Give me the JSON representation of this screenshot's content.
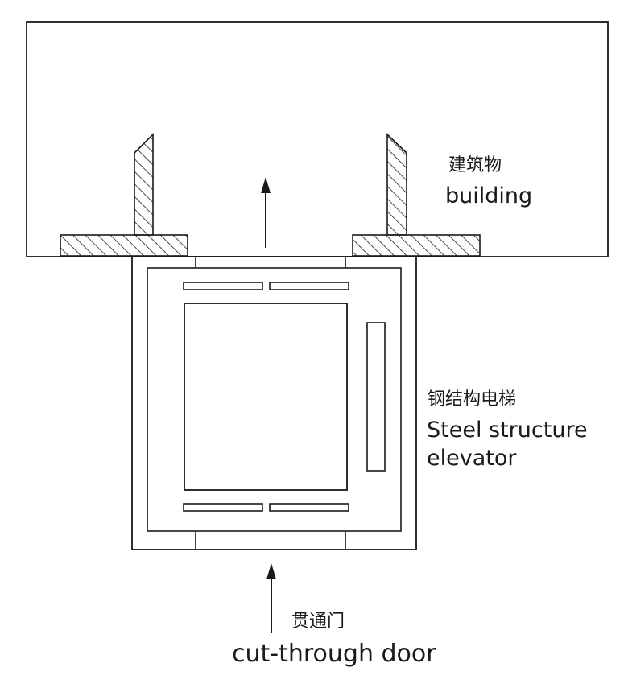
{
  "labels": {
    "building_cn": "建筑物",
    "building_en": "building",
    "elevator_cn": "钢结构电梯",
    "elevator_en_line1": "Steel structure",
    "elevator_en_line2": "elevator",
    "door_cn": "贯通门",
    "door_en": "cut-through door"
  },
  "colors": {
    "line": "#1a1a1a",
    "background": "#ffffff"
  }
}
